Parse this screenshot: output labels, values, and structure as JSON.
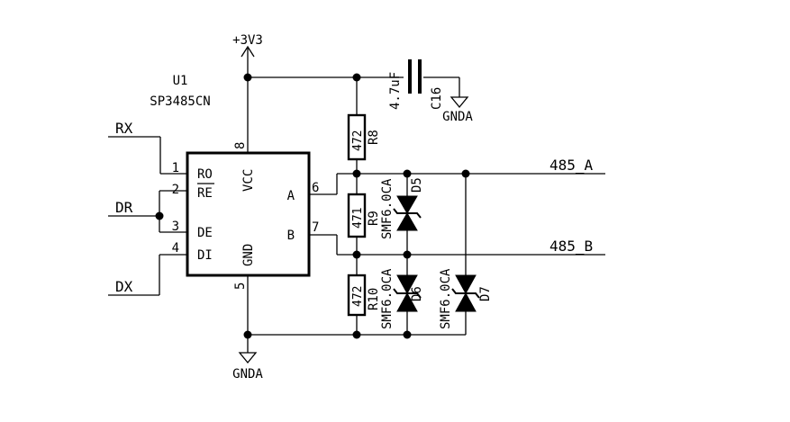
{
  "ic": {
    "ref": "U1",
    "part": "SP3485CN",
    "pins": {
      "p1": {
        "num": "1",
        "name": "RO"
      },
      "p2": {
        "num": "2",
        "name": "RE"
      },
      "p3": {
        "num": "3",
        "name": "DE"
      },
      "p4": {
        "num": "4",
        "name": "DI"
      },
      "p5": {
        "num": "5",
        "name": "GND"
      },
      "p6": {
        "num": "6",
        "name": "A"
      },
      "p7": {
        "num": "7",
        "name": "B"
      },
      "p8": {
        "num": "8",
        "name": "VCC"
      }
    }
  },
  "nets": {
    "rx": "RX",
    "dr": "DR",
    "dx": "DX",
    "a": "485_A",
    "b": "485_B",
    "supply": "+3V3",
    "gnd_main": "GNDA",
    "gnd_cap": "GNDA"
  },
  "capacitor": {
    "ref": "C16",
    "value": "4.7uF"
  },
  "resistors": {
    "r8": {
      "ref": "R8",
      "value": "472"
    },
    "r9": {
      "ref": "R9",
      "value": "471"
    },
    "r10": {
      "ref": "R10",
      "value": "472"
    }
  },
  "diodes": {
    "d5": {
      "ref": "D5",
      "part": "SMF6.0CA"
    },
    "d6": {
      "ref": "D6",
      "part": "SMF6.0CA"
    },
    "d7": {
      "ref": "D7",
      "part": "SMF6.0CA"
    }
  }
}
